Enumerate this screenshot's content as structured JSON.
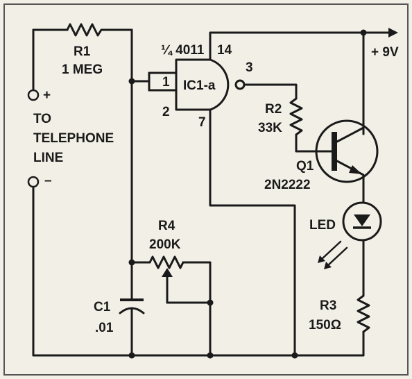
{
  "colors": {
    "background": "#f2efe6",
    "ink": "#1a1a1a"
  },
  "r1": {
    "name": "R1",
    "value": "1 MEG"
  },
  "terminal_plus": "+",
  "terminal_minus": "–",
  "telephone": {
    "line1": "TO",
    "line2": "TELEPHONE",
    "line3": "LINE"
  },
  "ic": {
    "type": "¼ 4011",
    "pin14": "14",
    "name": "IC1-a",
    "pin1": "1",
    "pin2": "2",
    "pin7": "7",
    "pin3": "3"
  },
  "supply": "+ 9V",
  "r2": {
    "name": "R2",
    "value": "33K"
  },
  "q1": {
    "name": "Q1",
    "value": "2N2222"
  },
  "led": "LED",
  "r4": {
    "name": "R4",
    "value": "200K"
  },
  "c1": {
    "name": "C1",
    "value": ".01"
  },
  "r3": {
    "name": "R3",
    "value": "150Ω"
  }
}
